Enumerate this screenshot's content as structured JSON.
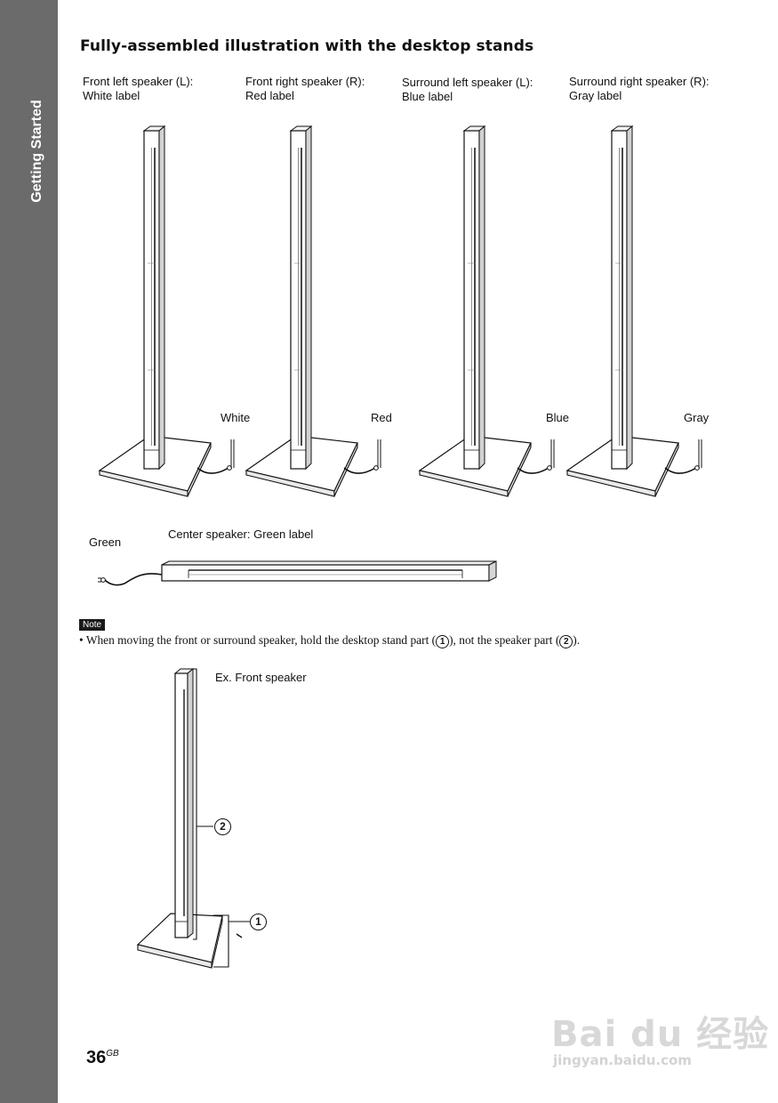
{
  "sidebar": {
    "section_label": "Getting Started"
  },
  "heading": "Fully-assembled illustration with the desktop stands",
  "speakers": [
    {
      "line1": "Front left speaker (L):",
      "line2": "White label",
      "connector": "White"
    },
    {
      "line1": "Front right speaker (R):",
      "line2": "Red label",
      "connector": "Red"
    },
    {
      "line1": "Surround left speaker (L):",
      "line2": "Blue label",
      "connector": "Blue"
    },
    {
      "line1": "Surround right speaker (R):",
      "line2": "Gray label",
      "connector": "Gray"
    }
  ],
  "center_speaker": {
    "label": "Center speaker: Green label",
    "connector": "Green"
  },
  "note": {
    "badge": "Note",
    "bullet": "•",
    "text_part1": "When moving the front or surround speaker, hold the desktop stand part (",
    "marker1": "1",
    "text_part2": "), not the speaker part (",
    "marker2": "2",
    "text_part3": ")."
  },
  "example": {
    "label": "Ex. Front speaker",
    "callout_stand": "1",
    "callout_speaker": "2"
  },
  "footer": {
    "page_number": "36",
    "page_suffix": "GB"
  },
  "watermark": {
    "line1": "Bai du 经验",
    "line2": "jingyan.baidu.com"
  }
}
